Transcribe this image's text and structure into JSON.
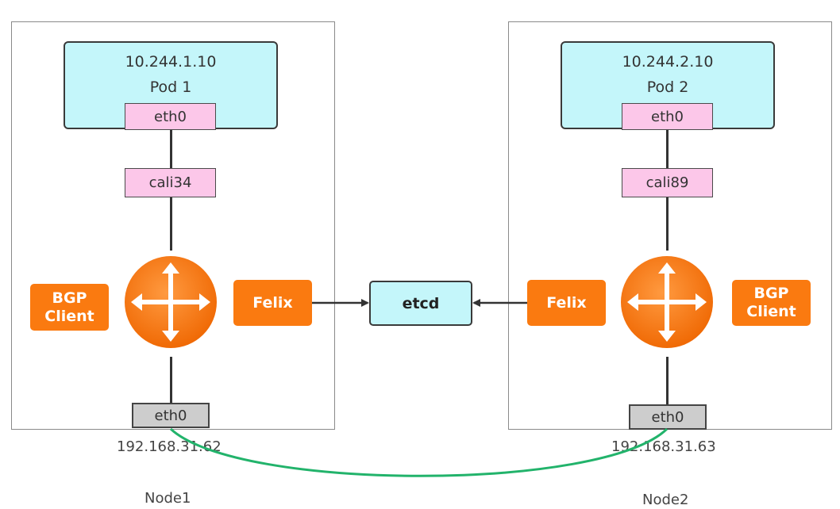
{
  "colors": {
    "pod_fill": "#c4f6fa",
    "interface_fill": "#fcc7e9",
    "host_interface_fill": "#cdcdcd",
    "agent_fill": "#fa7a10",
    "router_fill": "#f77a1a",
    "link_color": "#22b36b"
  },
  "node1": {
    "label": "Node1",
    "host_ip": "192.168.31.62",
    "pod": {
      "ip": "10.244.1.10",
      "name": "Pod 1",
      "iface": "eth0"
    },
    "veth": "cali34",
    "host_iface": "eth0",
    "bgp": "BGP\nClient",
    "felix": "Felix",
    "router_icon": "router-icon"
  },
  "node2": {
    "label": "Node2",
    "host_ip": "192.168.31.63",
    "pod": {
      "ip": "10.244.2.10",
      "name": "Pod 2",
      "iface": "eth0"
    },
    "veth": "cali89",
    "host_iface": "eth0",
    "bgp": "BGP\nClient",
    "felix": "Felix",
    "router_icon": "router-icon"
  },
  "etcd": "etcd"
}
